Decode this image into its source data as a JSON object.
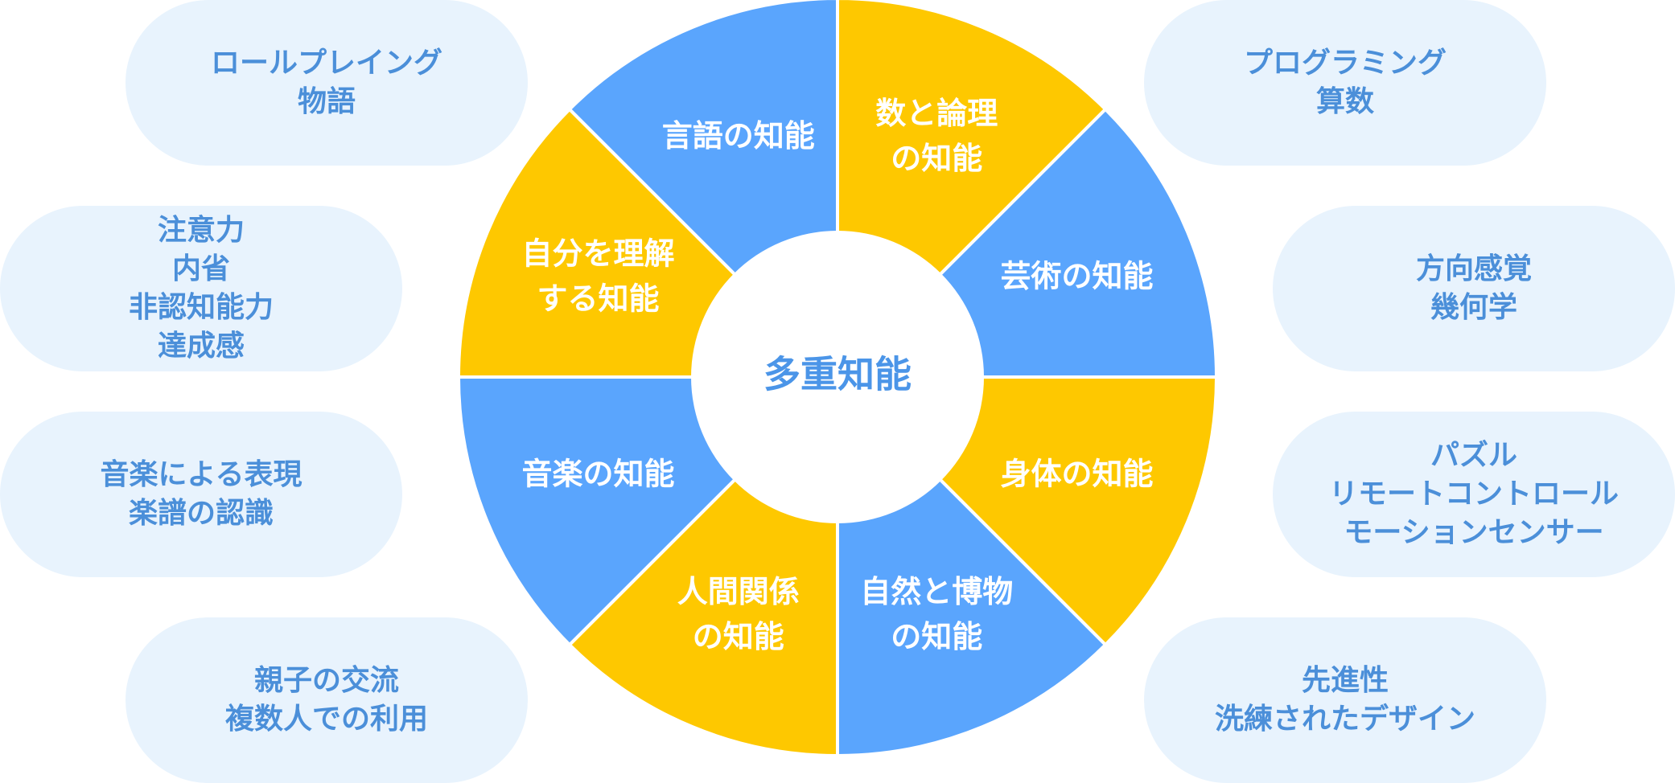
{
  "center": "多重知能",
  "colors": {
    "blue": "#5aa5fd",
    "yellow": "#fec800",
    "pill_bg": "#e8f3fd",
    "pill_text": "#4b8fd9"
  },
  "segments": [
    {
      "lines": [
        "数と論理",
        "の知能"
      ],
      "color": "yellow"
    },
    {
      "lines": [
        "芸術の知能"
      ],
      "color": "blue"
    },
    {
      "lines": [
        "身体の知能"
      ],
      "color": "yellow"
    },
    {
      "lines": [
        "自然と博物",
        "の知能"
      ],
      "color": "blue"
    },
    {
      "lines": [
        "人間関係",
        "の知能"
      ],
      "color": "yellow"
    },
    {
      "lines": [
        "音楽の知能"
      ],
      "color": "blue"
    },
    {
      "lines": [
        "自分を理解",
        "する知能"
      ],
      "color": "yellow"
    },
    {
      "lines": [
        "言語の知能"
      ],
      "color": "blue"
    }
  ],
  "pills": {
    "left": [
      {
        "lines": [
          "ロールプレイング",
          "物語"
        ]
      },
      {
        "lines": [
          "注意力",
          "内省",
          "非認知能力",
          "達成感"
        ]
      },
      {
        "lines": [
          "音楽による表現",
          "楽譜の認識"
        ]
      },
      {
        "lines": [
          "親子の交流",
          "複数人での利用"
        ]
      }
    ],
    "right": [
      {
        "lines": [
          "プログラミング",
          "算数"
        ]
      },
      {
        "lines": [
          "方向感覚",
          "幾何学"
        ]
      },
      {
        "lines": [
          "パズル",
          "リモートコントロール",
          "モーションセンサー"
        ]
      },
      {
        "lines": [
          "先進性",
          "洗練されたデザイン"
        ]
      }
    ]
  }
}
